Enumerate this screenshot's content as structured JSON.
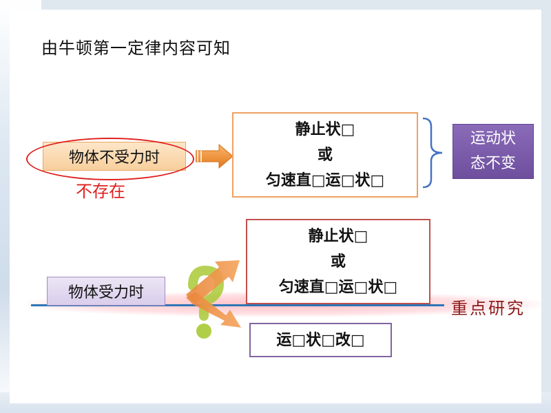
{
  "title": "由牛顿第一定律内容可知",
  "top_row": {
    "condition": "物体不受力时",
    "annotation": "不存在",
    "result_lines": [
      "静止状□",
      "或",
      "匀速直□运□状□"
    ],
    "conclusion_lines": [
      "运动状",
      "态不变"
    ]
  },
  "bottom_row": {
    "condition": "物体受力时",
    "result_upper_lines": [
      "静止状□",
      "或",
      "匀速直□运□状□"
    ],
    "result_lower": "运□状□改□"
  },
  "tag": "重点研究",
  "colors": {
    "orange_box": "#f8cf9c",
    "purple_box": "#6e4f9e",
    "red": "#e02020",
    "blue_line": "#2e75b6"
  }
}
